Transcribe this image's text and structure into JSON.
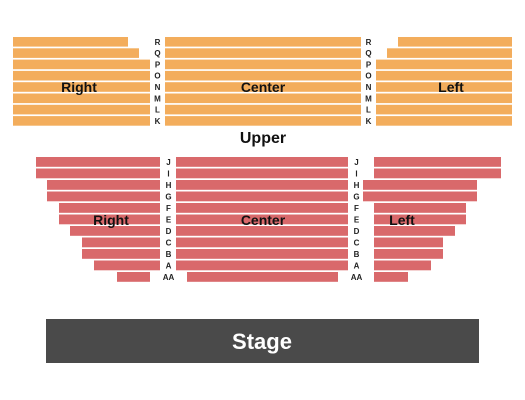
{
  "colors": {
    "upper": "#f3ad5c",
    "lower": "#d9696b",
    "stage": "#4a4a4a",
    "background": "#ffffff"
  },
  "upper": {
    "zone_label": "Upper",
    "rows_top_to_bottom": [
      "R",
      "Q",
      "P",
      "O",
      "N",
      "M",
      "L",
      "K"
    ],
    "sections": {
      "left_side": "Right",
      "center": "Center",
      "right_side": "Left"
    }
  },
  "lower": {
    "rows_top_to_bottom": [
      "J",
      "I",
      "H",
      "G",
      "F",
      "E",
      "D",
      "C",
      "B",
      "A",
      "AA"
    ],
    "sections": {
      "left_side": "Right",
      "center": "Center",
      "right_side": "Left"
    }
  },
  "stage": {
    "label": "Stage"
  }
}
